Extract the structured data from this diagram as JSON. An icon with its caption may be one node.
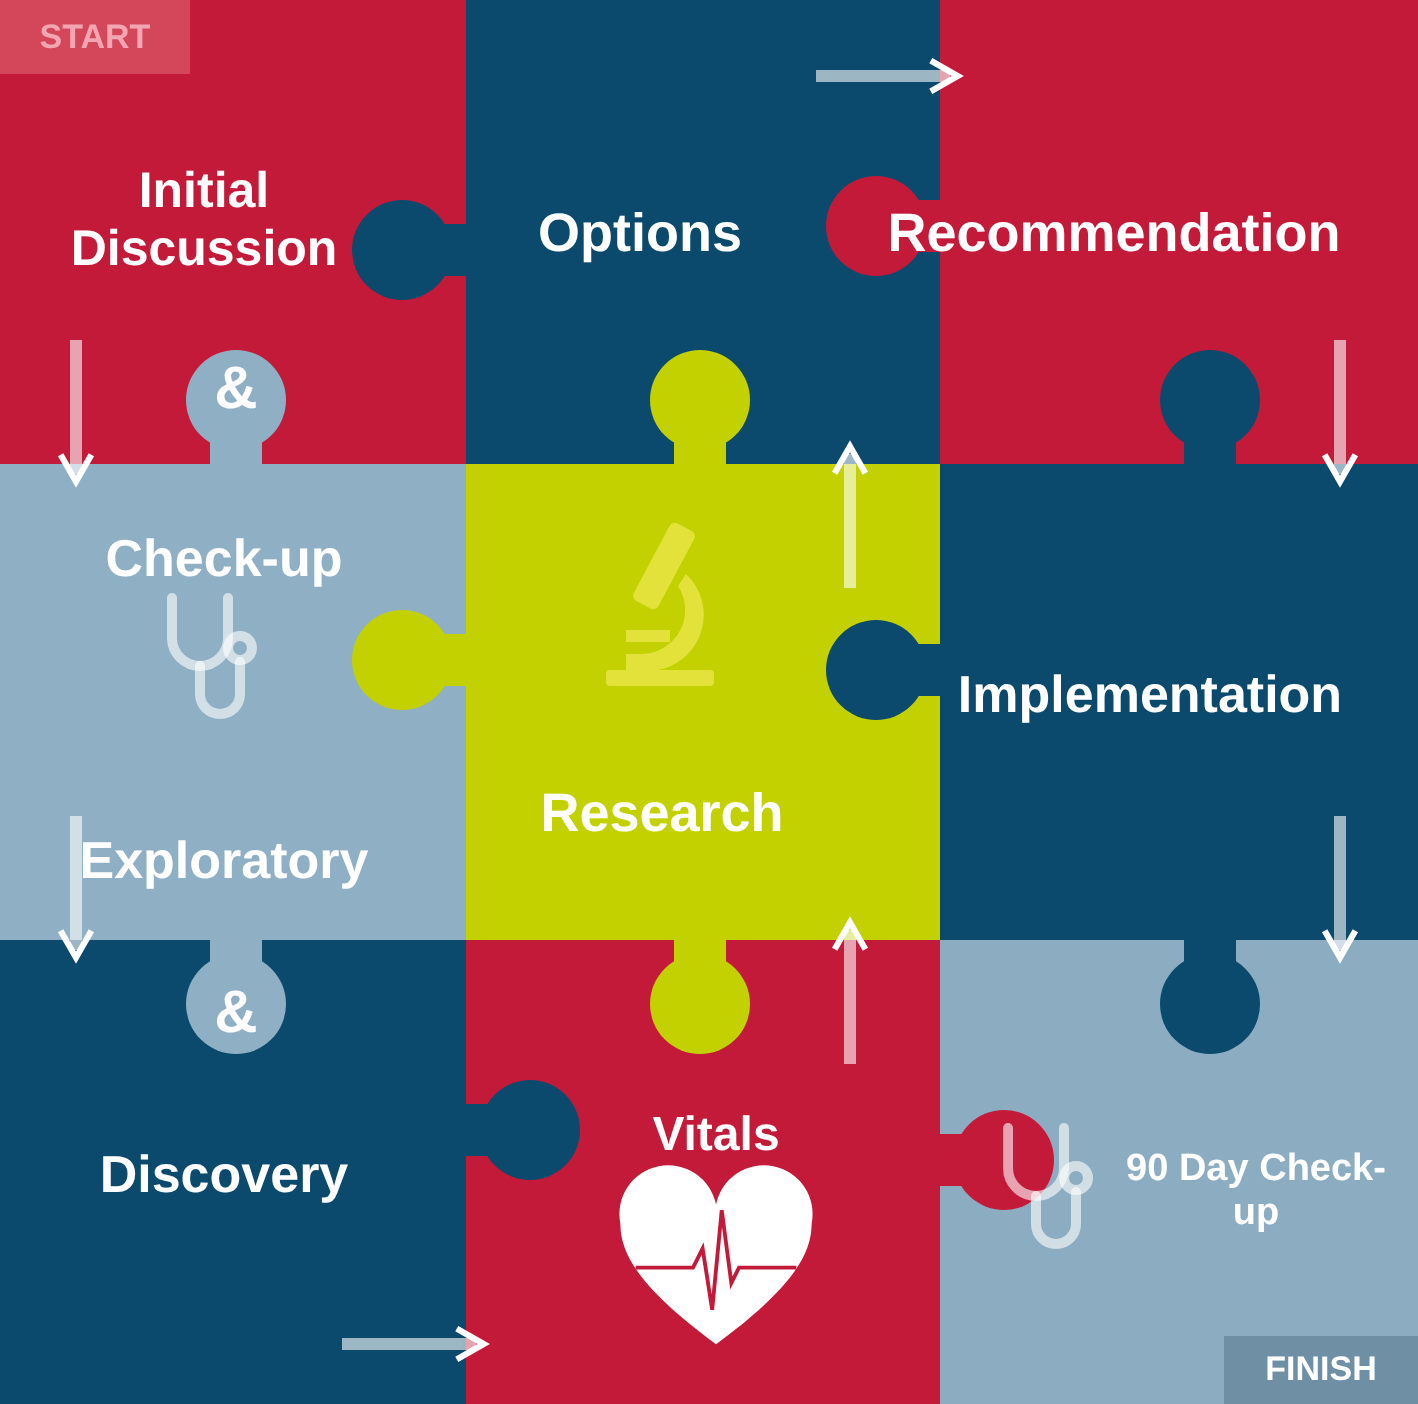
{
  "diagram": {
    "nodes": [
      {
        "text": [
          "Initial Discussion",
          "&"
        ]
      },
      {
        "text": [
          "Options"
        ]
      },
      {
        "text": [
          "Recommendation"
        ]
      },
      {
        "text": [
          "Check-up",
          "Exploratory"
        ]
      },
      {
        "text": [
          "Research"
        ]
      },
      {
        "text": [
          "Implementation"
        ]
      },
      {
        "text": [
          "&",
          "Discovery"
        ]
      },
      {
        "text": [
          "Vitals"
        ]
      },
      {
        "text": [
          "90 Day Check-up"
        ]
      }
    ],
    "edges": [
      {
        "from": 0,
        "to": 3,
        "arrow": "to"
      },
      {
        "from": 3,
        "to": 6,
        "arrow": "to"
      },
      {
        "from": 6,
        "to": 7,
        "arrow": "to"
      },
      {
        "from": 7,
        "to": 4,
        "arrow": "to"
      },
      {
        "from": 4,
        "to": 1,
        "arrow": "to"
      },
      {
        "from": 1,
        "to": 2,
        "arrow": "to"
      },
      {
        "from": 2,
        "to": 5,
        "arrow": "to"
      },
      {
        "from": 5,
        "to": 8,
        "arrow": "to"
      }
    ],
    "labels": [
      "START",
      "FINISH"
    ]
  }
}
